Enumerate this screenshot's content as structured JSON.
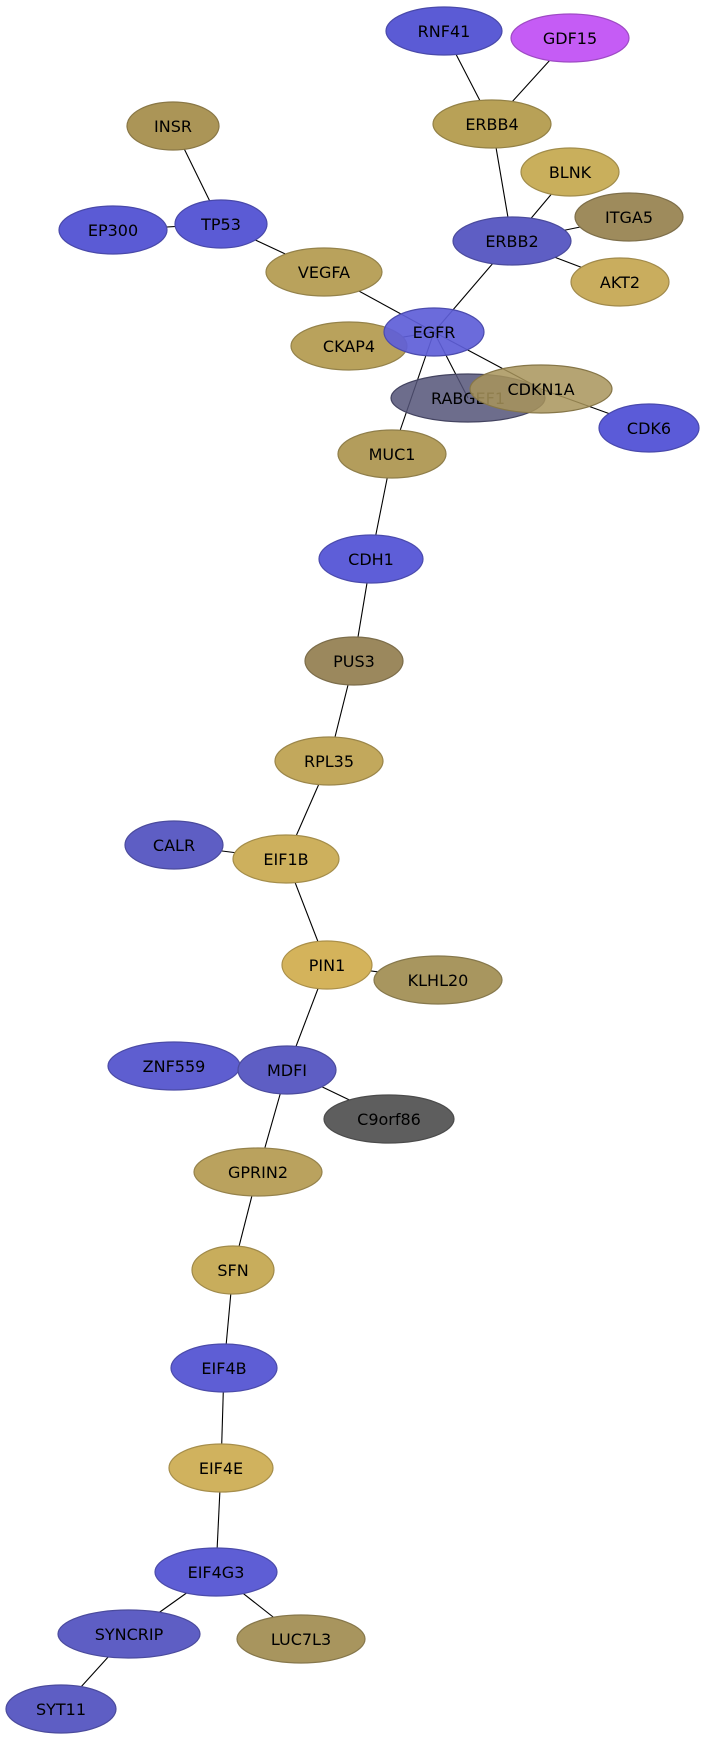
{
  "network": {
    "nodes": [
      {
        "id": "RNF41",
        "label": "RNF41",
        "color": "#5b5bd5"
      },
      {
        "id": "GDF15",
        "label": "GDF15",
        "color": "#c55cf5"
      },
      {
        "id": "ERBB4",
        "label": "ERBB4",
        "color": "#b8a157"
      },
      {
        "id": "INSR",
        "label": "INSR",
        "color": "#ab9557"
      },
      {
        "id": "BLNK",
        "label": "BLNK",
        "color": "#c9af5c"
      },
      {
        "id": "ITGA5",
        "label": "ITGA5",
        "color": "#9e8b5c"
      },
      {
        "id": "EP300",
        "label": "EP300",
        "color": "#5b5bd5"
      },
      {
        "id": "TP53",
        "label": "TP53",
        "color": "#5b5bd5"
      },
      {
        "id": "ERBB2",
        "label": "ERBB2",
        "color": "#5e5ec4"
      },
      {
        "id": "AKT2",
        "label": "AKT2",
        "color": "#c9ad5e"
      },
      {
        "id": "VEGFA",
        "label": "VEGFA",
        "color": "#b9a25c"
      },
      {
        "id": "CKAP4",
        "label": "CKAP4",
        "color": "#b9a25c"
      },
      {
        "id": "RABGEF1",
        "label": "RABGEF1",
        "color": "#545478"
      },
      {
        "id": "CDKN1A",
        "label": "CDKN1A",
        "color": "#a8945a"
      },
      {
        "id": "EGFR",
        "label": "EGFR",
        "color": "#5e5ed8"
      },
      {
        "id": "CDK6",
        "label": "CDK6",
        "color": "#5b5bd8"
      },
      {
        "id": "MUC1",
        "label": "MUC1",
        "color": "#b39d5c"
      },
      {
        "id": "CDH1",
        "label": "CDH1",
        "color": "#5e5ed8"
      },
      {
        "id": "PUS3",
        "label": "PUS3",
        "color": "#9b885d"
      },
      {
        "id": "RPL35",
        "label": "RPL35",
        "color": "#c2a85c"
      },
      {
        "id": "CALR",
        "label": "CALR",
        "color": "#5e5ec4"
      },
      {
        "id": "EIF1B",
        "label": "EIF1B",
        "color": "#cdb05d"
      },
      {
        "id": "PIN1",
        "label": "PIN1",
        "color": "#d4b35b"
      },
      {
        "id": "KLHL20",
        "label": "KLHL20",
        "color": "#a8965f"
      },
      {
        "id": "ZNF559",
        "label": "ZNF559",
        "color": "#5e5ed0"
      },
      {
        "id": "MDFI",
        "label": "MDFI",
        "color": "#5e5ec4"
      },
      {
        "id": "C9orf86",
        "label": "C9orf86",
        "color": "#5e5e5e"
      },
      {
        "id": "GPRIN2",
        "label": "GPRIN2",
        "color": "#baa25e"
      },
      {
        "id": "SFN",
        "label": "SFN",
        "color": "#c8ad5c"
      },
      {
        "id": "EIF4B",
        "label": "EIF4B",
        "color": "#5e5ed5"
      },
      {
        "id": "EIF4E",
        "label": "EIF4E",
        "color": "#d0b25e"
      },
      {
        "id": "EIF4G3",
        "label": "EIF4G3",
        "color": "#5e5ed5"
      },
      {
        "id": "SYNCRIP",
        "label": "SYNCRIP",
        "color": "#5e5ec4"
      },
      {
        "id": "LUC7L3",
        "label": "LUC7L3",
        "color": "#a8955e"
      },
      {
        "id": "SYT11",
        "label": "SYT11",
        "color": "#5e5ec4"
      }
    ],
    "edges": [
      [
        "RNF41",
        "ERBB4"
      ],
      [
        "GDF15",
        "ERBB4"
      ],
      [
        "ERBB4",
        "ERBB2"
      ],
      [
        "INSR",
        "TP53"
      ],
      [
        "EP300",
        "TP53"
      ],
      [
        "TP53",
        "VEGFA"
      ],
      [
        "BLNK",
        "ERBB2"
      ],
      [
        "ITGA5",
        "ERBB2"
      ],
      [
        "AKT2",
        "ERBB2"
      ],
      [
        "ERBB2",
        "EGFR"
      ],
      [
        "VEGFA",
        "EGFR"
      ],
      [
        "CKAP4",
        "EGFR"
      ],
      [
        "EGFR",
        "RABGEF1"
      ],
      [
        "EGFR",
        "CDKN1A"
      ],
      [
        "CDKN1A",
        "CDK6"
      ],
      [
        "EGFR",
        "MUC1"
      ],
      [
        "MUC1",
        "CDH1"
      ],
      [
        "CDH1",
        "PUS3"
      ],
      [
        "PUS3",
        "RPL35"
      ],
      [
        "RPL35",
        "EIF1B"
      ],
      [
        "CALR",
        "EIF1B"
      ],
      [
        "EIF1B",
        "PIN1"
      ],
      [
        "PIN1",
        "KLHL20"
      ],
      [
        "PIN1",
        "MDFI"
      ],
      [
        "ZNF559",
        "MDFI"
      ],
      [
        "MDFI",
        "C9orf86"
      ],
      [
        "MDFI",
        "GPRIN2"
      ],
      [
        "GPRIN2",
        "SFN"
      ],
      [
        "SFN",
        "EIF4B"
      ],
      [
        "EIF4B",
        "EIF4E"
      ],
      [
        "EIF4E",
        "EIF4G3"
      ],
      [
        "EIF4G3",
        "SYNCRIP"
      ],
      [
        "EIF4G3",
        "LUC7L3"
      ],
      [
        "SYNCRIP",
        "SYT11"
      ]
    ]
  }
}
